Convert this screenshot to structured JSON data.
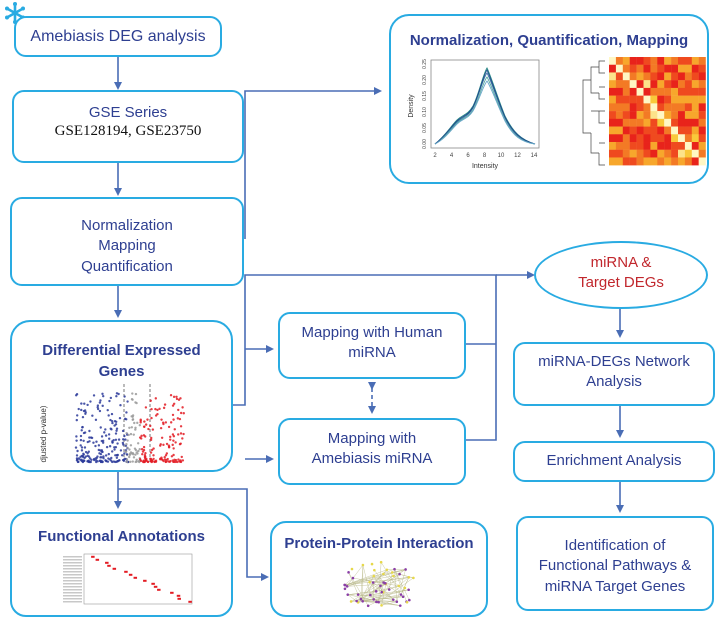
{
  "nodes": {
    "start": {
      "label": "Amebiasis DEG analysis"
    },
    "gse": {
      "title": "GSE Series",
      "ids": "GSE128194, GSE23750"
    },
    "norm": {
      "line1": "Normalization",
      "line2": "Mapping",
      "line3": "Quantification"
    },
    "nqm": {
      "title": "Normalization, Quantification, Mapping",
      "density_plot": {
        "ylabel": "Density",
        "xlabel": "Intensity",
        "xticks": [
          "2",
          "4",
          "6",
          "8",
          "10",
          "12",
          "14"
        ],
        "yticks": [
          "0.00",
          "0.05",
          "0.10",
          "0.15",
          "0.20",
          "0.25"
        ]
      }
    },
    "deg": {
      "title_line1": "Differential Expressed",
      "title_line2": "Genes",
      "ylabel": "djusted p-value)"
    },
    "mirna_target": {
      "line1": "miRNA &",
      "line2": "Target DEGs"
    },
    "human": {
      "line1": "Mapping with Human",
      "line2": "miRNA"
    },
    "ameb": {
      "line1": "Mapping with",
      "line2": "Amebiasis miRNA"
    },
    "network": {
      "line1": "miRNA-DEGs Network",
      "line2": "Analysis"
    },
    "enrich": {
      "label": "Enrichment Analysis"
    },
    "ident": {
      "line1": "Identification of",
      "line2": "Functional Pathways &",
      "line3": "miRNA Target Genes"
    },
    "func": {
      "title": "Functional Annotations"
    },
    "ppi": {
      "title": "Protein-Protein Interaction"
    }
  },
  "colors": {
    "border": "#29abe2",
    "text": "#2e3f91",
    "arrow": "#4a6db5",
    "accent_red": "#c1272d",
    "logo": "#29abe2"
  },
  "icons": {
    "logo": "asterisk-logo-icon"
  }
}
